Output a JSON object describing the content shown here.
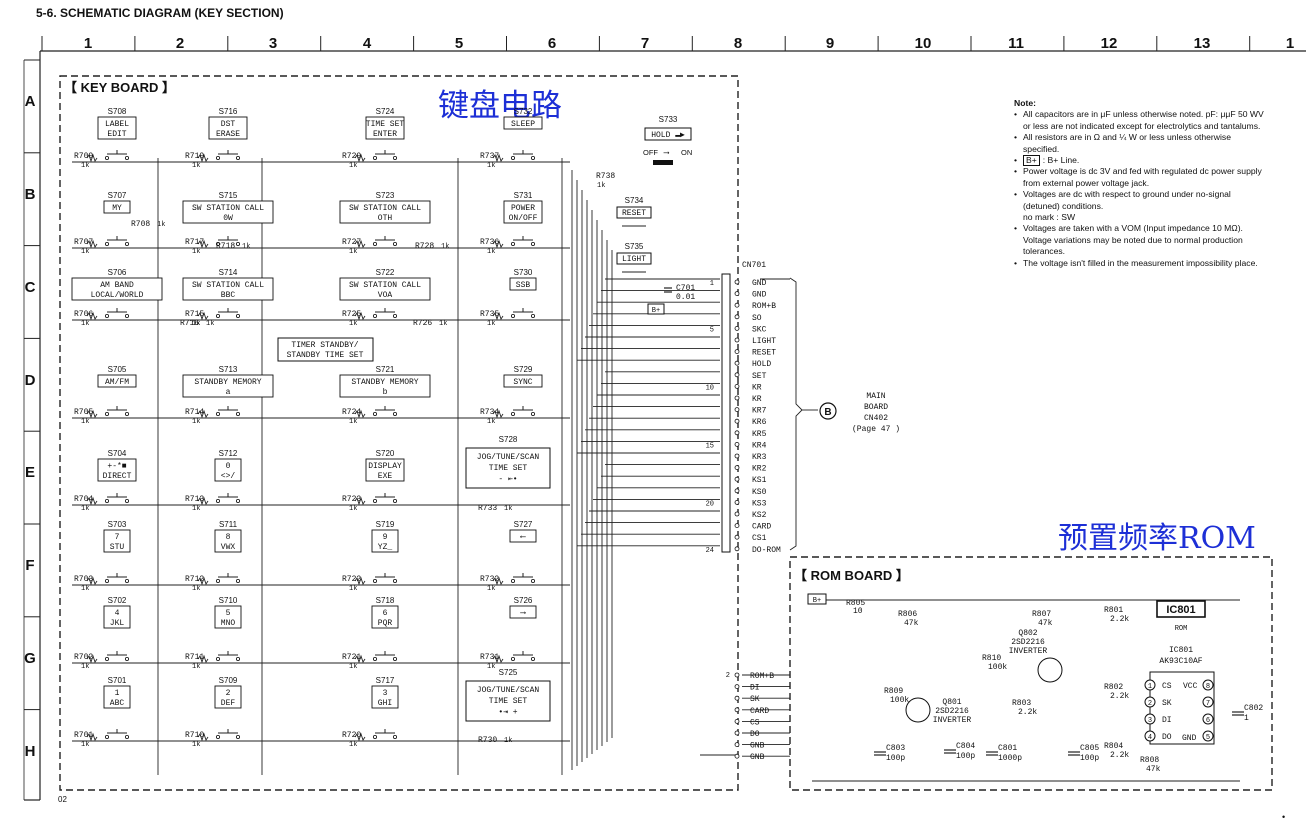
{
  "page": {
    "title": "5-6. SCHEMATIC DIAGRAM (KEY SECTION)",
    "page_code": "02",
    "end_mark": "•"
  },
  "grid": {
    "columns": [
      "1",
      "2",
      "3",
      "4",
      "5",
      "6",
      "7",
      "8",
      "9",
      "10",
      "11",
      "12",
      "13",
      "1"
    ],
    "rows": [
      "A",
      "B",
      "C",
      "D",
      "E",
      "F",
      "G",
      "H"
    ]
  },
  "key_board": {
    "title": "【 KEY BOARD 】",
    "cn_title": "键盘电路",
    "switches": [
      {
        "ref": "S708",
        "label1": "LABEL",
        "label2": "EDIT",
        "res": "R709",
        "val": "1k"
      },
      {
        "ref": "S716",
        "label1": "DST",
        "label2": "ERASE",
        "res": "R719",
        "val": "1k"
      },
      {
        "ref": "S724",
        "label1": "TIME SET",
        "label2": "ENTER",
        "res": "R729",
        "val": "1k"
      },
      {
        "ref": "S732",
        "label1": "SLEEP",
        "label2": "",
        "res": "R737",
        "val": "1k"
      },
      {
        "ref": "S707",
        "label1": "MY",
        "label2": "",
        "res": "R707",
        "val": "1k"
      },
      {
        "ref": "S715",
        "label1": "SW STATION CALL",
        "label2": "0W",
        "res": "R717",
        "val": "1k"
      },
      {
        "ref": "S723",
        "label1": "SW STATION CALL",
        "label2": "OTH",
        "res": "R727",
        "val": "1k"
      },
      {
        "ref": "S731",
        "label1": "POWER",
        "label2": "ON/OFF",
        "res": "R736",
        "val": "1k"
      },
      {
        "ref": "S706",
        "label1": "AM BAND",
        "label2": "LOCAL/WORLD",
        "res": "R706",
        "val": "1k"
      },
      {
        "ref": "S714",
        "label1": "SW STATION CALL",
        "label2": "BBC",
        "res": "R715",
        "val": "1k"
      },
      {
        "ref": "S722",
        "label1": "SW STATION CALL",
        "label2": "VOA",
        "res": "R725",
        "val": "1k"
      },
      {
        "ref": "S730",
        "label1": "SSB",
        "label2": "",
        "res": "R735",
        "val": "1k"
      },
      {
        "ref": "S705",
        "label1": "AM/FM",
        "label2": "",
        "res": "R705",
        "val": "1k"
      },
      {
        "ref": "S713",
        "label1": "STANDBY MEMORY",
        "label2": "a",
        "res": "R714",
        "val": "1k"
      },
      {
        "ref": "S721",
        "label1": "STANDBY MEMORY",
        "label2": "b",
        "res": "R724",
        "val": "1k"
      },
      {
        "ref": "S729",
        "label1": "SYNC",
        "label2": "",
        "res": "R734",
        "val": "1k"
      },
      {
        "ref": "S704",
        "label1": "+-*■",
        "label2": "DIRECT",
        "res": "R704",
        "val": "1k"
      },
      {
        "ref": "S712",
        "label1": "0",
        "label2": "<>/",
        "res": "R713",
        "val": "1k"
      },
      {
        "ref": "S720",
        "label1": "DISPLAY",
        "label2": "EXE",
        "res": "R723",
        "val": "1k"
      },
      {
        "ref": "S703",
        "label1": "7",
        "label2": "STU",
        "res": "R703",
        "val": "1k"
      },
      {
        "ref": "S711",
        "label1": "8",
        "label2": "VWX",
        "res": "R712",
        "val": "1k"
      },
      {
        "ref": "S719",
        "label1": "9",
        "label2": "YZ_",
        "res": "R722",
        "val": "1k"
      },
      {
        "ref": "S727",
        "label1": "⟵",
        "label2": "",
        "res": "R732",
        "val": "1k"
      },
      {
        "ref": "S702",
        "label1": "4",
        "label2": "JKL",
        "res": "R702",
        "val": "1k"
      },
      {
        "ref": "S710",
        "label1": "5",
        "label2": "MNO",
        "res": "R711",
        "val": "1k"
      },
      {
        "ref": "S718",
        "label1": "6",
        "label2": "PQR",
        "res": "R721",
        "val": "1k"
      },
      {
        "ref": "S726",
        "label1": "⟶",
        "label2": "",
        "res": "R731",
        "val": "1k"
      },
      {
        "ref": "S701",
        "label1": "1",
        "label2": "ABC",
        "res": "R701",
        "val": "1k"
      },
      {
        "ref": "S709",
        "label1": "2",
        "label2": "DEF",
        "res": "R710",
        "val": "1k"
      },
      {
        "ref": "S717",
        "label1": "3",
        "label2": "GHI",
        "res": "R720",
        "val": "1k"
      }
    ],
    "extra_resistors": [
      {
        "ref": "R708",
        "val": "1k"
      },
      {
        "ref": "R718",
        "val": "1k"
      },
      {
        "ref": "R728",
        "val": "1k"
      },
      {
        "ref": "R716",
        "val": "1k"
      },
      {
        "ref": "R726",
        "val": "1k"
      },
      {
        "ref": "R738",
        "val": "1k"
      },
      {
        "ref": "R733",
        "val": "1k"
      },
      {
        "ref": "R730",
        "val": "1k"
      }
    ],
    "timer_label1": "TIMER STANDBY/",
    "timer_label2": "STANDBY TIME SET",
    "s728": {
      "ref": "S728",
      "l1": "JOG/TUNE/SCAN",
      "l2": "TIME SET",
      "l3": "- ⇤•"
    },
    "s725": {
      "ref": "S725",
      "l1": "JOG/TUNE/SCAN",
      "l2": "TIME SET",
      "l3": "•⇥ +"
    },
    "s733": {
      "ref": "S733",
      "label": "HOLD ▬▶",
      "off": "OFF",
      "arrow": "⟶",
      "on": "ON"
    },
    "s734": {
      "ref": "S734",
      "label": "RESET"
    },
    "s735": {
      "ref": "S735",
      "label": "LIGHT"
    },
    "c701": {
      "ref": "C701",
      "val": "0.01"
    },
    "bplus_mark": "B+"
  },
  "cn701": {
    "ref": "CN701",
    "pins": [
      "GND",
      "GND",
      "ROM+B",
      "SO",
      "SKC",
      "LIGHT",
      "RESET",
      "HOLD",
      "SET",
      "KR",
      "KR",
      "KR7",
      "KR6",
      "KR5",
      "KR4",
      "KR3",
      "KR2",
      "KS1",
      "KS0",
      "KS3",
      "KS2",
      "CARD",
      "CS1",
      "DO-ROM"
    ],
    "pin_marks": [
      "1",
      "5",
      "10",
      "15",
      "20",
      "24"
    ],
    "to": {
      "circle": "B",
      "l1": "MAIN",
      "l2": "BOARD",
      "l3": "CN402",
      "l4": "(Page 47 )"
    }
  },
  "rom_board": {
    "title": "【 ROM  BOARD 】",
    "cn_title": "预置频率ROM",
    "ic_title": "IC801",
    "ic_sub": "ROM",
    "ic_ref": "IC801",
    "ic_part": "AK93C10AF",
    "ic_pins_left": [
      "CS",
      "SK",
      "DI",
      "DO"
    ],
    "ic_pins_right": [
      "VCC",
      "",
      "",
      ""
    ],
    "ic_gnd": "GND",
    "connector_pins": [
      "ROM+B",
      "DI",
      "SK",
      "CARD",
      "CS",
      "DO",
      "GNB",
      "GNB"
    ],
    "parts": {
      "r805": "R805",
      "r805v": "10",
      "r806": "R806",
      "r806v": "47k",
      "r807": "R807",
      "r807v": "47k",
      "r801": "R801",
      "r801v": "2.2k",
      "r802": "R802",
      "r802v": "2.2k",
      "r803": "R803",
      "r803v": "2.2k",
      "r804": "R804",
      "r804v": "2.2k",
      "r808": "R808",
      "r808v": "47k",
      "r809": "R809",
      "r809v": "100k",
      "r810": "R810",
      "r810v": "100k",
      "q802": "Q802",
      "q802p": "2SD2216",
      "q802f": "INVERTER",
      "q801": "Q801",
      "q801p": "2SD2216",
      "q801f": "INVERTER",
      "c802": "C802",
      "c802v": "1",
      "c801": "C801",
      "c801v": "1000p",
      "c803": "C803",
      "c803v": "100p",
      "c804": "C804",
      "c804v": "100p",
      "c805": "C805",
      "c805v": "100p",
      "bplus": "B+"
    }
  },
  "note": {
    "heading": "Note:",
    "items": [
      "All capacitors are in μF unless otherwise noted.  pF: μμF 50 WV or less are not indicated except for electrolytics and tantalums.",
      "All resistors are in Ω and ¼ W or less unless otherwise specified.",
      ": B+ Line.",
      "Power voltage is dc 3V and fed with regulated dc power supply from external power voltage jack.",
      "Voltages are dc with respect to ground under no-signal (detuned) conditions.",
      "Voltages are taken with a VOM (Input impedance 10 MΩ). Voltage variations may be noted due to normal production tolerances.",
      "The voltage isn't filled in the measurement impossibility place."
    ],
    "bline_box": "B+",
    "no_mark": "no mark : SW"
  }
}
